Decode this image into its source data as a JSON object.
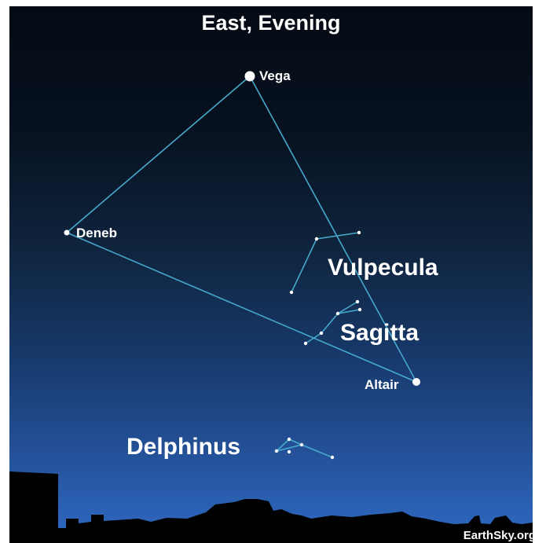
{
  "title": "East, Evening",
  "stars": {
    "vega": "Vega",
    "deneb": "Deneb",
    "altair": "Altair"
  },
  "constellations": {
    "vulpecula": "Vulpecula",
    "sagitta": "Sagitta",
    "delphinus": "Delphinus"
  },
  "credit": "EarthSky.org",
  "colors": {
    "sky_top": "#050b14",
    "sky_mid": "#122d4d",
    "sky_bottom": "#2f6ac4",
    "line": "#45a9cc",
    "star": "#ffffff",
    "ground": "#000000"
  }
}
